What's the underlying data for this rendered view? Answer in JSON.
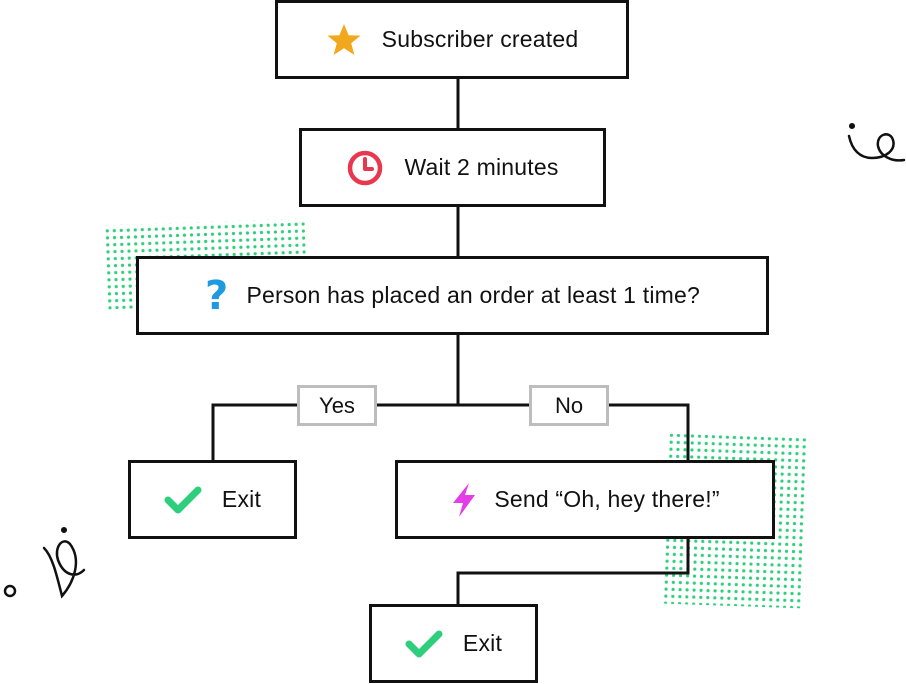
{
  "nodes": {
    "subscriber_created": {
      "label": "Subscriber created",
      "icon": "star-icon"
    },
    "wait": {
      "label": "Wait 2 minutes",
      "icon": "clock-icon"
    },
    "condition": {
      "label": "Person has placed an order at least 1 time?",
      "icon": "question-icon"
    },
    "exit_yes": {
      "label": "Exit",
      "icon": "checkmark-icon"
    },
    "send_email": {
      "label": "Send “Oh, hey there!”",
      "icon": "lightning-icon"
    },
    "exit_no": {
      "label": "Exit",
      "icon": "checkmark-icon"
    }
  },
  "branches": {
    "yes": "Yes",
    "no": "No"
  },
  "colors": {
    "line": "#111111",
    "tag_border": "#bdbdbd",
    "star": "#f2a81d",
    "clock": "#e8384f",
    "question": "#1e9be0",
    "check": "#2ecf7c",
    "lightning": "#e43ce6",
    "dots": "#2ecf7c"
  }
}
